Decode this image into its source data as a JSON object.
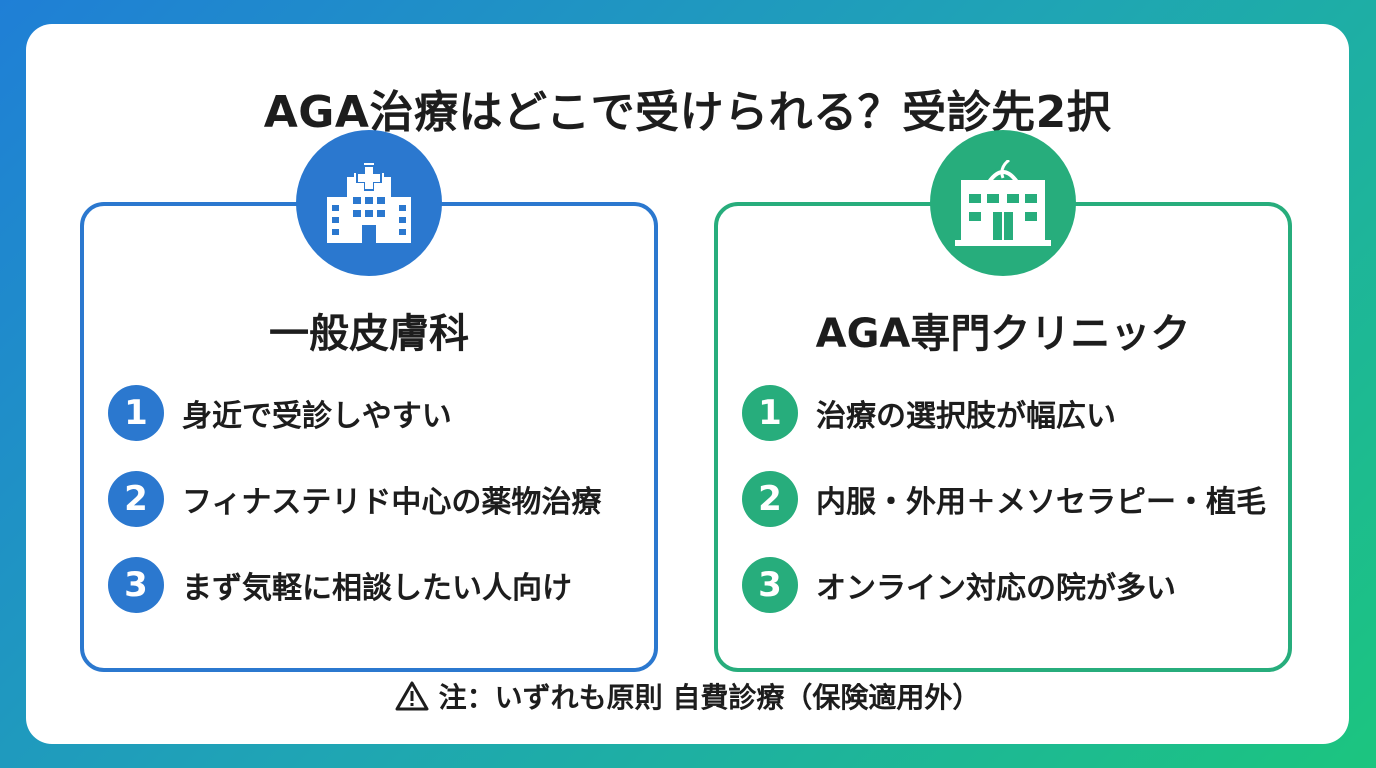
{
  "title": "AGA治療はどこで受けられる？受診先2択",
  "colors": {
    "blue": "#2b78cf",
    "green": "#27ad7c"
  },
  "panels": [
    {
      "icon": "hospital-icon",
      "title": "一般皮膚科",
      "items": [
        {
          "num": "1",
          "text": "身近で受診しやすい"
        },
        {
          "num": "2",
          "text": "フィナステリド中心の薬物治療"
        },
        {
          "num": "3",
          "text": "まず気軽に相談したい人向け"
        }
      ]
    },
    {
      "icon": "hair-clinic-icon",
      "title": "AGA専門クリニック",
      "items": [
        {
          "num": "1",
          "text": "治療の選択肢が幅広い"
        },
        {
          "num": "2",
          "text": "内服・外用＋メソセラピー・植毛"
        },
        {
          "num": "3",
          "text": "オンライン対応の院が多い"
        }
      ]
    }
  ],
  "note": {
    "icon": "warning-icon",
    "text": "注：いずれも原則 自費診療（保険適用外）"
  }
}
